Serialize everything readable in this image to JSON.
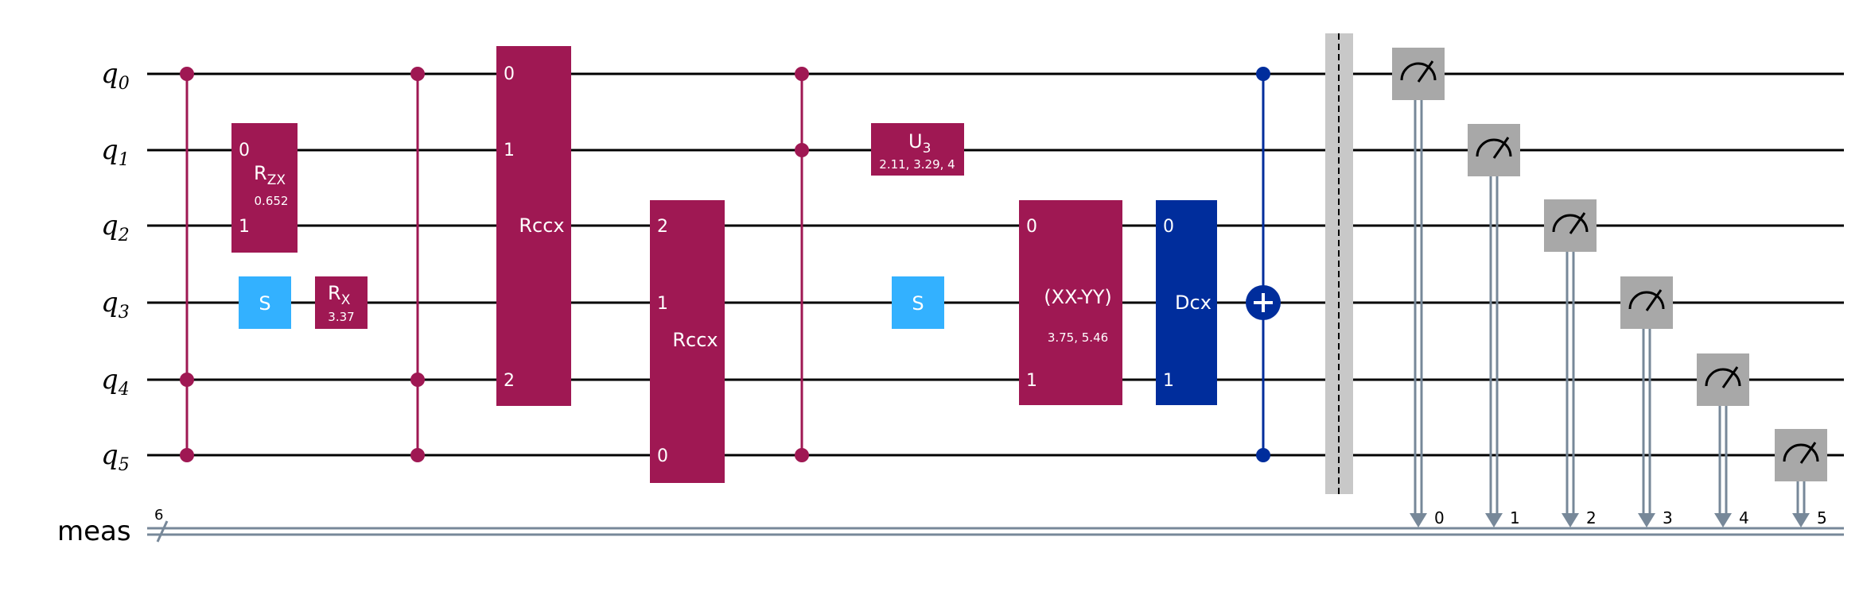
{
  "colors": {
    "controlled": "#9f1853",
    "clifford": "#33b1ff",
    "dcx": "#002d9c",
    "measure": "#a8a8a8",
    "classical": "#778899",
    "barrier": "#c8c8c8",
    "wire": "#000000"
  },
  "qubits": [
    {
      "base": "q",
      "sub": "0"
    },
    {
      "base": "q",
      "sub": "1"
    },
    {
      "base": "q",
      "sub": "2"
    },
    {
      "base": "q",
      "sub": "3"
    },
    {
      "base": "q",
      "sub": "4"
    },
    {
      "base": "q",
      "sub": "5"
    }
  ],
  "creg": {
    "name": "meas",
    "size": "6"
  },
  "gates": {
    "rzx": {
      "base": "R",
      "sub": "ZX",
      "param": "0.652",
      "ports": [
        "0",
        "1"
      ]
    },
    "s": "S",
    "rx": {
      "base": "R",
      "sub": "X",
      "param": "3.37"
    },
    "rccx1": {
      "label": "Rccx",
      "ports": [
        "0",
        "1",
        "2"
      ]
    },
    "rccx2": {
      "label": "Rccx",
      "ports": [
        "2",
        "1",
        "0"
      ]
    },
    "u3": {
      "base": "U",
      "sub": "3",
      "param": "2.11, 3.29, 4"
    },
    "xxyy": {
      "label": "(XX-YY)",
      "param": "3.75, 5.46",
      "ports": [
        "0",
        "1"
      ]
    },
    "dcx": {
      "label": "Dcx",
      "ports": [
        "0",
        "1"
      ]
    }
  },
  "measure_bits": [
    "0",
    "1",
    "2",
    "3",
    "4",
    "5"
  ]
}
